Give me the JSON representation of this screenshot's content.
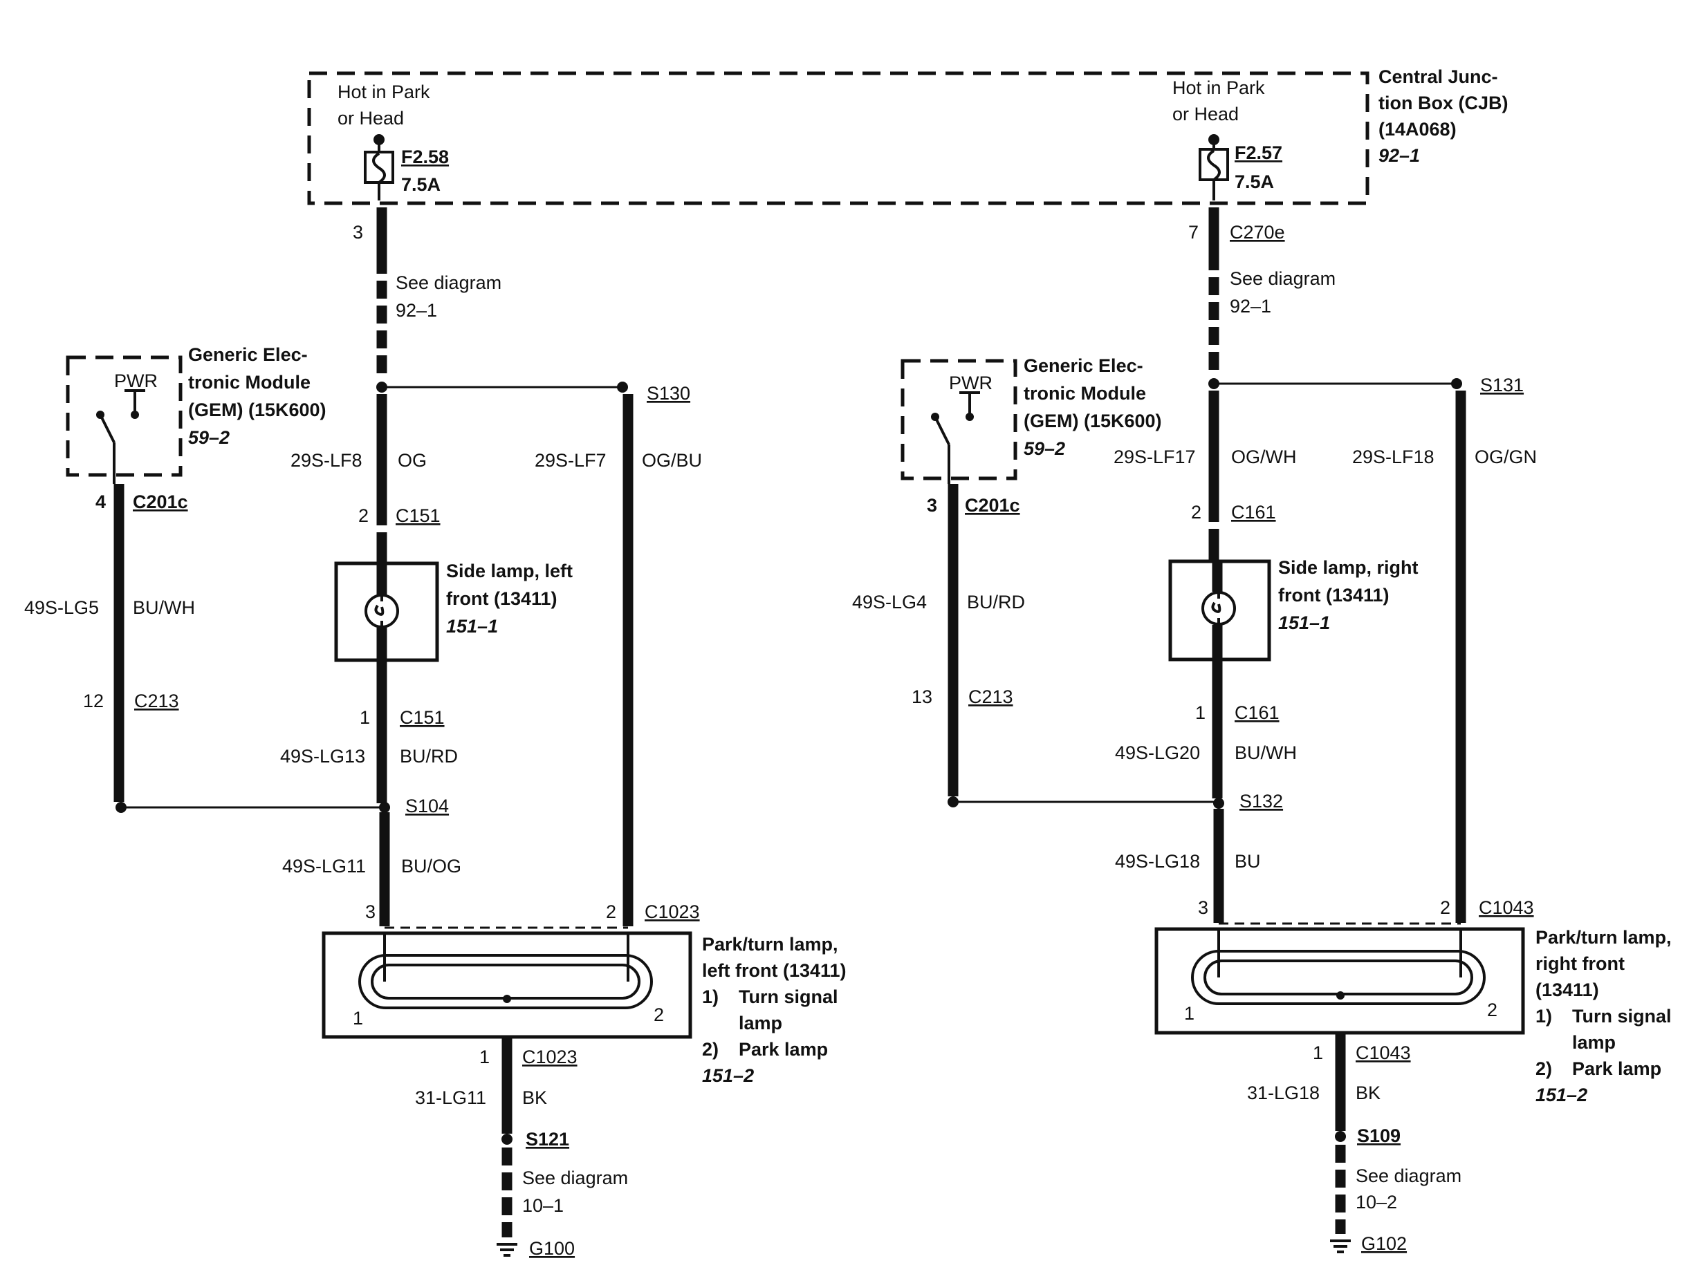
{
  "cjb": {
    "title_1": "Central Junc-",
    "title_2": "tion Box (CJB)",
    "part": "(14A068)",
    "ref": "92–1"
  },
  "left": {
    "hot_1": "Hot in Park",
    "hot_2": "or Head",
    "fuse": "F2.58",
    "fuse_rating": "7.5A",
    "pin_cjb": "3",
    "see_diagram": "See diagram",
    "see_ref": "92–1",
    "splice_top": "S130",
    "gem_pwr": "PWR",
    "gem_1": "Generic Elec-",
    "gem_2": "tronic Module",
    "gem_3": "(GEM) (15K600)",
    "gem_ref": "59–2",
    "gem_pin": "4",
    "gem_conn": "C201c",
    "w_lf8": "29S-LF8",
    "c_lf8": "OG",
    "w_lf7": "29S-LF7",
    "c_lf7": "OG/BU",
    "side_pin_top": "2",
    "side_conn_top": "C151",
    "side_1": "Side lamp, left",
    "side_2": "front (13411)",
    "side_ref": "151–1",
    "w_lg5": "49S-LG5",
    "c_lg5": "BU/WH",
    "c213_pin": "12",
    "c213": "C213",
    "side_pin_bot": "1",
    "side_conn_bot": "C151",
    "w_lg13": "49S-LG13",
    "c_lg13": "BU/RD",
    "splice_mid": "S104",
    "w_lg11": "49S-LG11",
    "c_lg11": "BU/OG",
    "pt_pin3": "3",
    "pt_pin2": "2",
    "pt_conn": "C1023",
    "pt_1": "Park/turn lamp,",
    "pt_2": "left front (13411)",
    "pt_item1_n": "1)",
    "pt_item1_a": "Turn signal",
    "pt_item1_b": "lamp",
    "pt_item2_n": "2)",
    "pt_item2": "Park lamp",
    "pt_ref": "151–2",
    "bulb_1": "1",
    "bulb_2": "2",
    "gnd_pin": "1",
    "gnd_conn": "C1023",
    "w_gnd": "31-LG11",
    "c_gnd": "BK",
    "splice_gnd": "S121",
    "gnd_see": "See diagram",
    "gnd_see_ref": "10–1",
    "ground": "G100"
  },
  "right": {
    "hot_1": "Hot in Park",
    "hot_2": "or Head",
    "fuse": "F2.57",
    "fuse_rating": "7.5A",
    "pin_cjb": "7",
    "conn_cjb": "C270e",
    "see_diagram": "See diagram",
    "see_ref": "92–1",
    "splice_top": "S131",
    "gem_pwr": "PWR",
    "gem_1": "Generic Elec-",
    "gem_2": "tronic Module",
    "gem_3": "(GEM) (15K600)",
    "gem_ref": "59–2",
    "gem_pin": "3",
    "gem_conn": "C201c",
    "w_lf17": "29S-LF17",
    "c_lf17": "OG/WH",
    "w_lf18": "29S-LF18",
    "c_lf18": "OG/GN",
    "side_pin_top": "2",
    "side_conn_top": "C161",
    "side_1": "Side lamp, right",
    "side_2": "front (13411)",
    "side_ref": "151–1",
    "w_lg4": "49S-LG4",
    "c_lg4": "BU/RD",
    "c213_pin": "13",
    "c213": "C213",
    "side_pin_bot": "1",
    "side_conn_bot": "C161",
    "w_lg20": "49S-LG20",
    "c_lg20": "BU/WH",
    "splice_mid": "S132",
    "w_lg18": "49S-LG18",
    "c_lg18": "BU",
    "pt_pin3": "3",
    "pt_pin2": "2",
    "pt_conn": "C1043",
    "pt_1": "Park/turn lamp,",
    "pt_2": "right front",
    "pt_3": "(13411)",
    "pt_item1_n": "1)",
    "pt_item1_a": "Turn signal",
    "pt_item1_b": "lamp",
    "pt_item2_n": "2)",
    "pt_item2": "Park lamp",
    "pt_ref": "151–2",
    "bulb_1": "1",
    "bulb_2": "2",
    "gnd_pin": "1",
    "gnd_conn": "C1043",
    "w_gnd": "31-LG18",
    "c_gnd": "BK",
    "splice_gnd": "S109",
    "gnd_see": "See diagram",
    "gnd_see_ref": "10–2",
    "ground": "G102"
  }
}
